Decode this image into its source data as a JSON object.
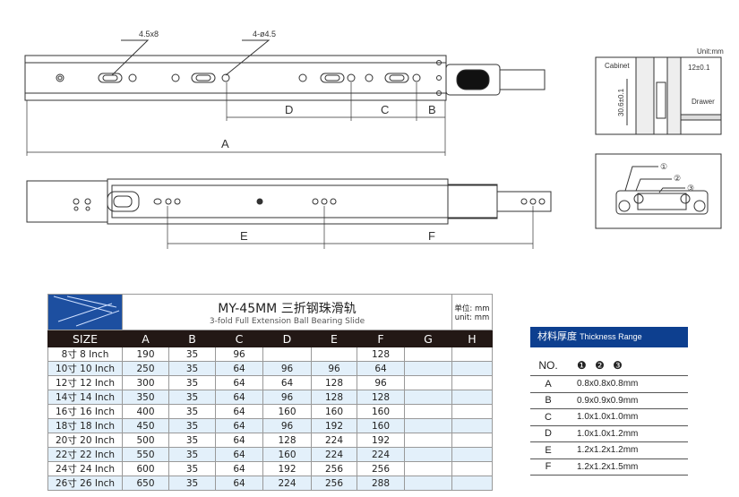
{
  "drawing": {
    "hole_label_1": "4.5x8",
    "hole_label_2": "4-ø4.5",
    "dims": {
      "a": "A",
      "b": "B",
      "c": "C",
      "d": "D",
      "e": "E",
      "f": "F"
    }
  },
  "section": {
    "unit": "Unit:mm",
    "cabinet": "Cabinet",
    "drawer": "Drawer",
    "gap": "12±0.1",
    "height": "30.6±0.1",
    "parts": [
      "①",
      "②",
      "③"
    ]
  },
  "spec_table": {
    "title_cn": "MY-45MM 三折钢珠滑轨",
    "title_en": "3-fold Full Extension Ball Bearing Slide",
    "unit_cn": "单位: mm",
    "unit_en": "unit: mm",
    "headers": [
      "SIZE",
      "A",
      "B",
      "C",
      "D",
      "E",
      "F",
      "G",
      "H"
    ],
    "rows": [
      [
        "8寸 8 Inch",
        "190",
        "35",
        "96",
        "",
        "",
        "128",
        "",
        ""
      ],
      [
        "10寸 10 Inch",
        "250",
        "35",
        "64",
        "96",
        "96",
        "64",
        "",
        ""
      ],
      [
        "12寸 12 Inch",
        "300",
        "35",
        "64",
        "64",
        "128",
        "96",
        "",
        ""
      ],
      [
        "14寸 14 Inch",
        "350",
        "35",
        "64",
        "96",
        "128",
        "128",
        "",
        ""
      ],
      [
        "16寸 16 Inch",
        "400",
        "35",
        "64",
        "160",
        "160",
        "160",
        "",
        ""
      ],
      [
        "18寸 18 Inch",
        "450",
        "35",
        "64",
        "96",
        "192",
        "160",
        "",
        ""
      ],
      [
        "20寸 20 Inch",
        "500",
        "35",
        "64",
        "128",
        "224",
        "192",
        "",
        ""
      ],
      [
        "22寸 22 Inch",
        "550",
        "35",
        "64",
        "160",
        "224",
        "224",
        "",
        ""
      ],
      [
        "24寸 24 Inch",
        "600",
        "35",
        "64",
        "192",
        "256",
        "256",
        "",
        ""
      ],
      [
        "26寸 26 Inch",
        "650",
        "35",
        "64",
        "224",
        "256",
        "288",
        "",
        ""
      ]
    ]
  },
  "thickness": {
    "title_cn": "材料厚度",
    "title_en": "Thickness Range",
    "no_label": "NO.",
    "layers": "❶ ❷ ❸",
    "rows": [
      [
        "A",
        "0.8x0.8x0.8mm"
      ],
      [
        "B",
        "0.9x0.9x0.9mm"
      ],
      [
        "C",
        "1.0x1.0x1.0mm"
      ],
      [
        "D",
        "1.0x1.0x1.2mm"
      ],
      [
        "E",
        "1.2x1.2x1.2mm"
      ],
      [
        "F",
        "1.2x1.2x1.5mm"
      ]
    ]
  }
}
